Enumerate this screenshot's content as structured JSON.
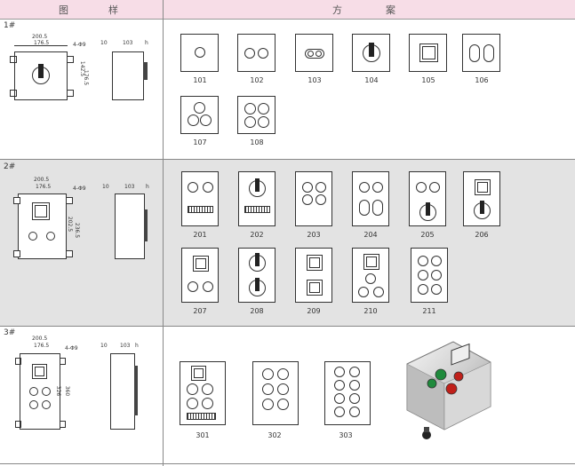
{
  "header": {
    "col1_a": "图",
    "col1_b": "样",
    "col2_a": "方",
    "col2_b": "案"
  },
  "rows": [
    {
      "label": "1#",
      "dims": {
        "w1": "200.5",
        "w2": "176.5",
        "hole": "4-Φ9",
        "h1": "142.5",
        "h2": "176.5",
        "side_a": "10",
        "side_b": "103",
        "side_c": "h"
      }
    },
    {
      "label": "2#",
      "dims": {
        "w1": "200.5",
        "w2": "176.5",
        "hole": "4-Φ9",
        "h1": "202.5",
        "h2": "236.5",
        "side_a": "10",
        "side_b": "103",
        "side_c": "h"
      }
    },
    {
      "label": "3#",
      "dims": {
        "w1": "200.5",
        "w2": "176.5",
        "hole": "4-Φ9",
        "h1": "326",
        "h2": "360",
        "side_a": "10",
        "side_b": "103",
        "side_c": "h"
      }
    }
  ],
  "schemes": {
    "s101": "101",
    "s102": "102",
    "s103": "103",
    "s104": "104",
    "s105": "105",
    "s106": "106",
    "s107": "107",
    "s108": "108",
    "s201": "201",
    "s202": "202",
    "s203": "203",
    "s204": "204",
    "s205": "205",
    "s206": "206",
    "s207": "207",
    "s208": "208",
    "s209": "209",
    "s210": "210",
    "s211": "211",
    "s301": "301",
    "s302": "302",
    "s303": "303"
  },
  "colors": {
    "header_bg": "#f7dde7",
    "band_bg": "#e3e3e3",
    "green_btn": "#1f8a3c",
    "red_btn": "#c0201a"
  }
}
